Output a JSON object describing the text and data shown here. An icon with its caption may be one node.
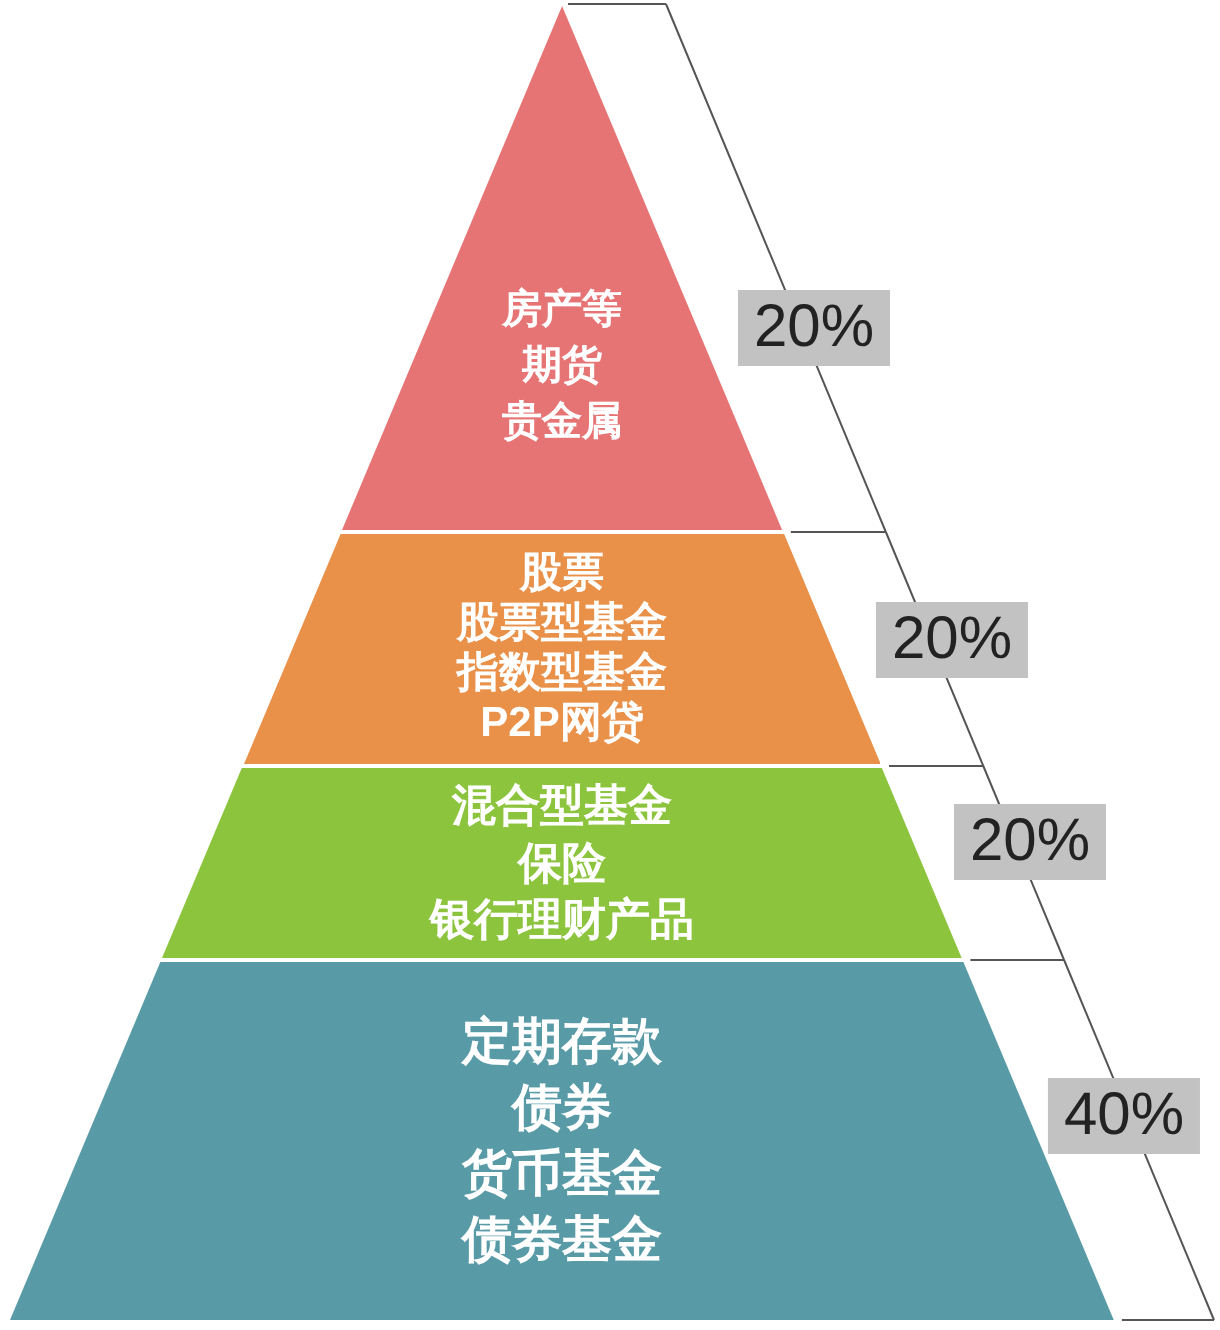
{
  "diagram": {
    "nodes": [
      {
        "text": [
          "房产等",
          "期货",
          "贵金属"
        ],
        "beside": [
          "20%"
        ]
      },
      {
        "text": [
          "股票",
          "股票型基金",
          "指数型基金",
          "P2P网贷"
        ],
        "beside": [
          "20%"
        ]
      },
      {
        "text": [
          "混合型基金",
          "保险",
          "银行理财产品"
        ],
        "beside": [
          "20%"
        ]
      },
      {
        "text": [
          "定期存款",
          "债券",
          "货币基金",
          "债券基金"
        ],
        "beside": [
          "40%"
        ]
      }
    ]
  }
}
